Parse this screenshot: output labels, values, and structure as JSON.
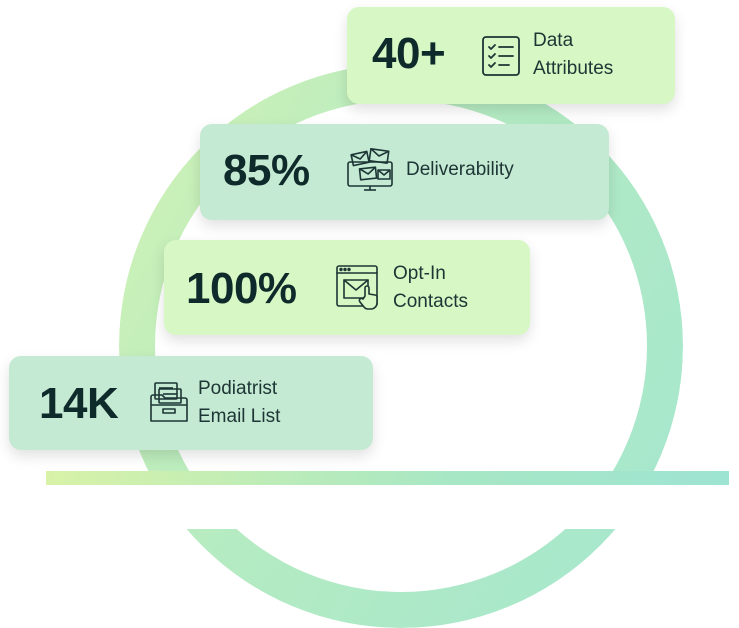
{
  "stats": [
    {
      "value": "40+",
      "label_line1": "Data",
      "label_line2": "Attributes",
      "icon": "checklist-icon"
    },
    {
      "value": "85%",
      "label_line1": "Deliverability",
      "label_line2": "",
      "icon": "envelopes-monitor-icon"
    },
    {
      "value": "100%",
      "label_line1": "Opt-In",
      "label_line2": "Contacts",
      "icon": "email-click-icon"
    },
    {
      "value": "14K",
      "label_line1": "Podiatrist",
      "label_line2": "Email List",
      "icon": "folder-files-icon"
    }
  ],
  "colors": {
    "card_light": "#d7f7c4",
    "card_teal": "#c5ead3",
    "text_dark": "#0f2a2a"
  }
}
